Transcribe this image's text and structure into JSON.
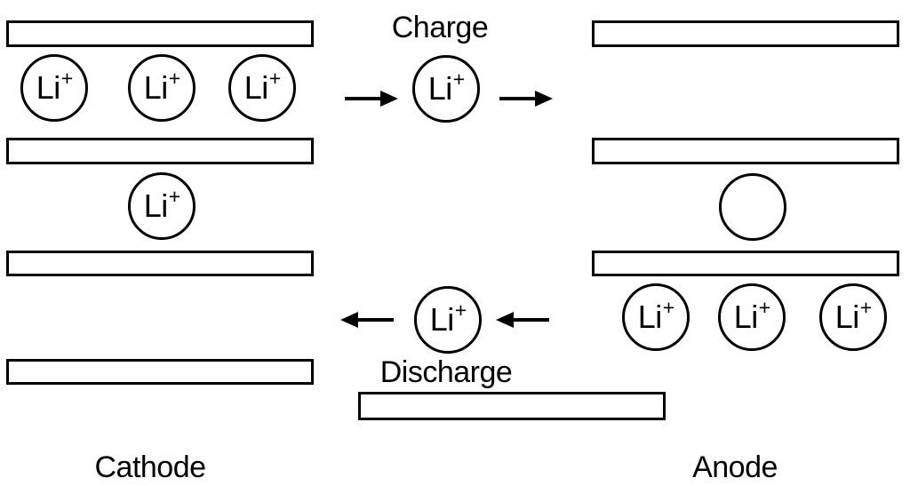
{
  "labels": {
    "charge": "Charge",
    "discharge": "Discharge",
    "cathode": "Cathode",
    "anode": "Anode"
  },
  "ion": {
    "symbol": "Li",
    "charge_sign": "+"
  },
  "colors": {
    "line": "#000000",
    "background": "#ffffff"
  },
  "counts": {
    "cathode_layers": 4,
    "cathode_ions_top_row": 3,
    "cathode_ions_middle_row": 1,
    "anode_layers": 3,
    "anode_ions_bottom_row": 3,
    "anode_vacancies": 1,
    "charge_arrows": 2,
    "discharge_arrows": 2
  }
}
